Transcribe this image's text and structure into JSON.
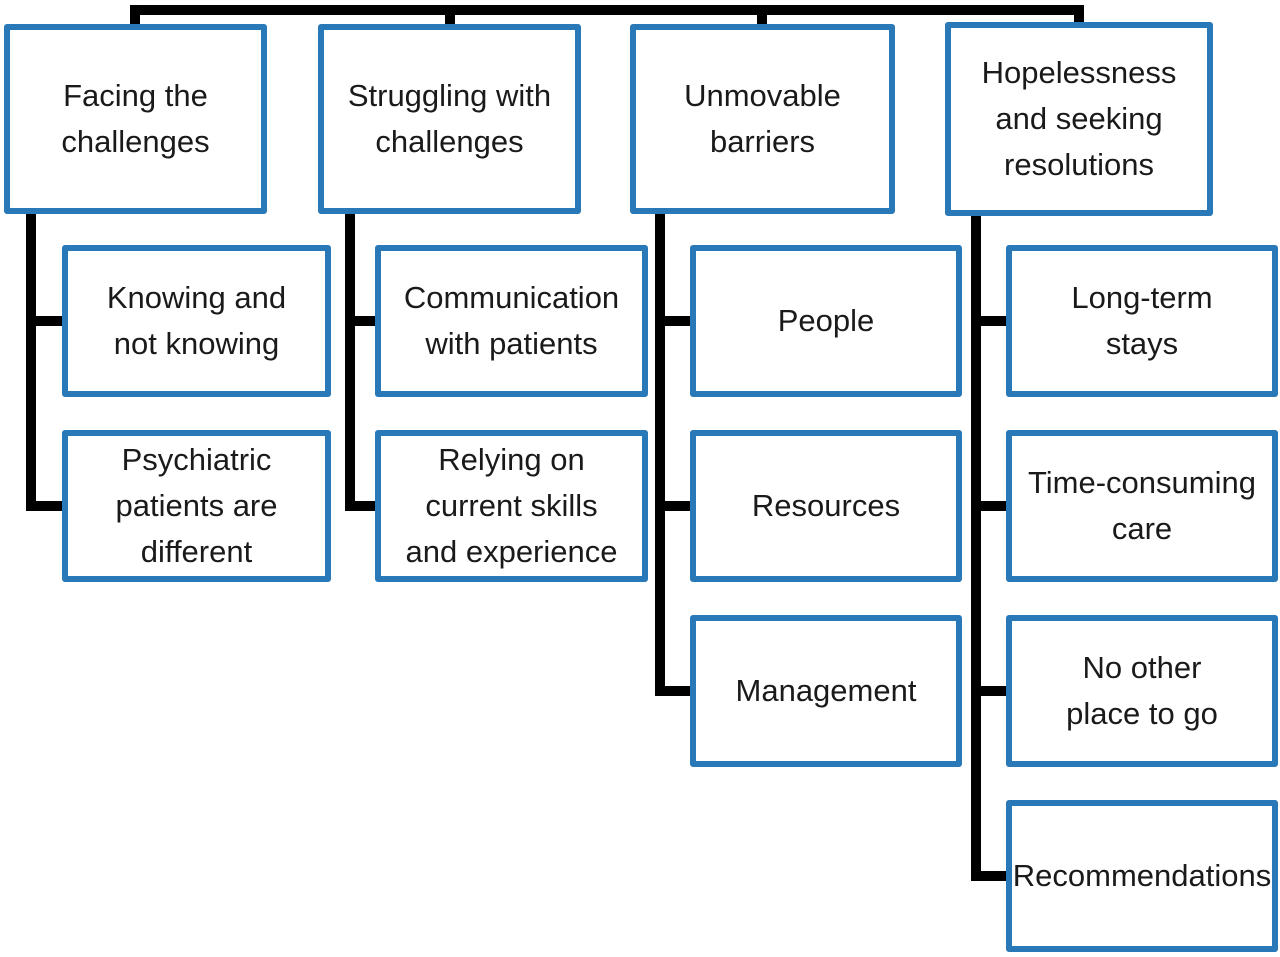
{
  "figure": {
    "colors": {
      "box_border": "#2979B9",
      "connector": "#000000",
      "background": "#FFFFFF",
      "text": "#1A1A1A"
    },
    "columns": [
      {
        "parent": {
          "label": "Facing the challenges",
          "lines": [
            "Facing the",
            "challenges"
          ]
        },
        "children": [
          {
            "label": "Knowing and not knowing",
            "lines": [
              "Knowing and",
              "not knowing"
            ]
          },
          {
            "label": "Psychiatric patients are different",
            "lines": [
              "Psychiatric",
              "patients are",
              "different"
            ]
          }
        ]
      },
      {
        "parent": {
          "label": "Struggling with challenges",
          "lines": [
            "Struggling with",
            "challenges"
          ]
        },
        "children": [
          {
            "label": "Communication with patients",
            "lines": [
              "Communication",
              "with patients"
            ]
          },
          {
            "label": "Relying on current skills and experience",
            "lines": [
              "Relying on",
              "current skills",
              "and experience"
            ]
          }
        ]
      },
      {
        "parent": {
          "label": "Unmovable barriers",
          "lines": [
            "Unmovable",
            "barriers"
          ]
        },
        "children": [
          {
            "label": "People",
            "lines": [
              "People"
            ]
          },
          {
            "label": "Resources",
            "lines": [
              "Resources"
            ]
          },
          {
            "label": "Management",
            "lines": [
              "Management"
            ]
          }
        ]
      },
      {
        "parent": {
          "label": "Hopelessness and seeking resolutions",
          "lines": [
            "Hopelessness",
            "and seeking",
            "resolutions"
          ]
        },
        "children": [
          {
            "label": "Long-term stays",
            "lines": [
              "Long-term",
              "stays"
            ]
          },
          {
            "label": "Time-consuming care",
            "lines": [
              "Time-consuming",
              "care"
            ]
          },
          {
            "label": "No other place to go",
            "lines": [
              "No other",
              "place to go"
            ]
          },
          {
            "label": "Recommendations",
            "lines": [
              "Recommendations"
            ]
          }
        ]
      }
    ]
  }
}
